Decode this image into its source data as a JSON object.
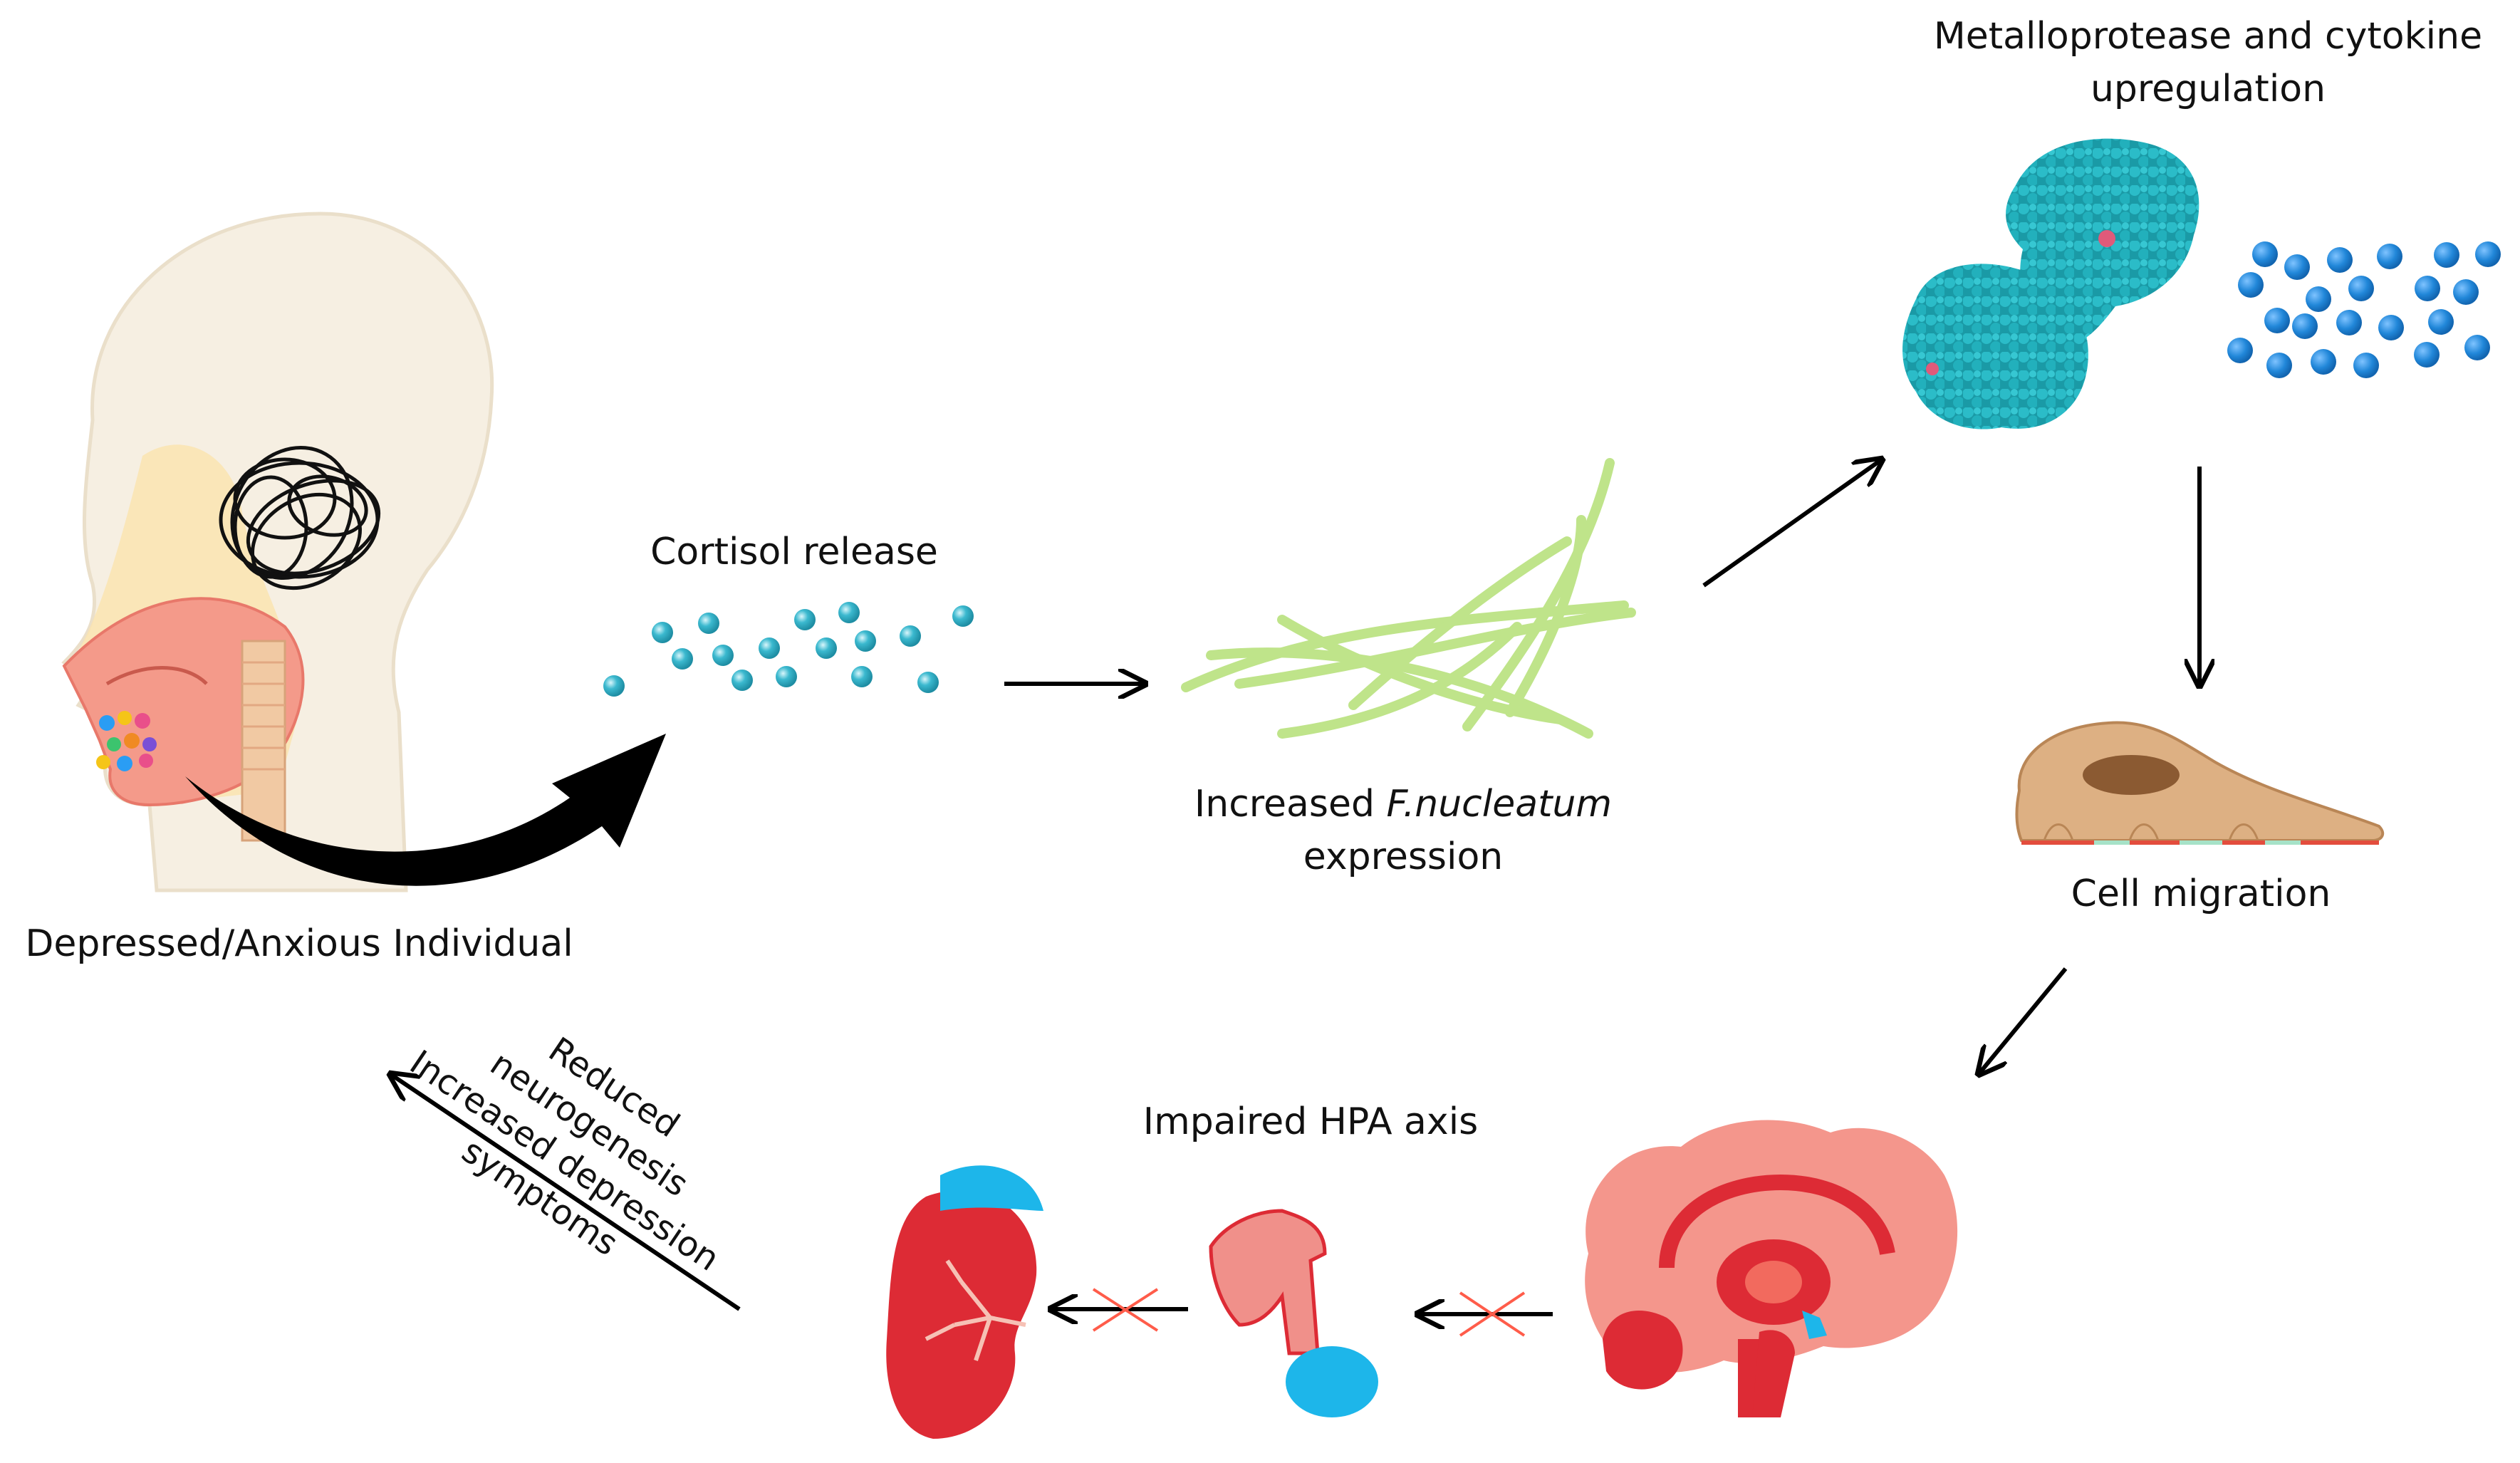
{
  "labels": {
    "individual": "Depressed/Anxious Individual",
    "cortisol": "Cortisol release",
    "fn_prefix": "Increased ",
    "fn_species": "F.nucleatum",
    "fn_suffix": "expression",
    "mmp_line1": "Metalloprotease and cytokine",
    "mmp_line2": "upregulation",
    "migration": "Cell migration",
    "hpa": "Impaired HPA axis",
    "outcome_1": "Reduced",
    "outcome_2": "neurogenesis",
    "outcome_3": "Increased depression",
    "outcome_4": "symptoms"
  },
  "colors": {
    "cortisol_dot": "#3bb9cf",
    "bacteria": "#bfe48a",
    "protein": "#1eaab6",
    "cytokine": "#2187d9",
    "cell": "#ddb083",
    "nucleus": "#8b5a32",
    "organ_red": "#dd2b35",
    "organ_pink": "#f0908a",
    "organ_blue": "#1db6ea",
    "cross_red": "#ff5c4a"
  }
}
